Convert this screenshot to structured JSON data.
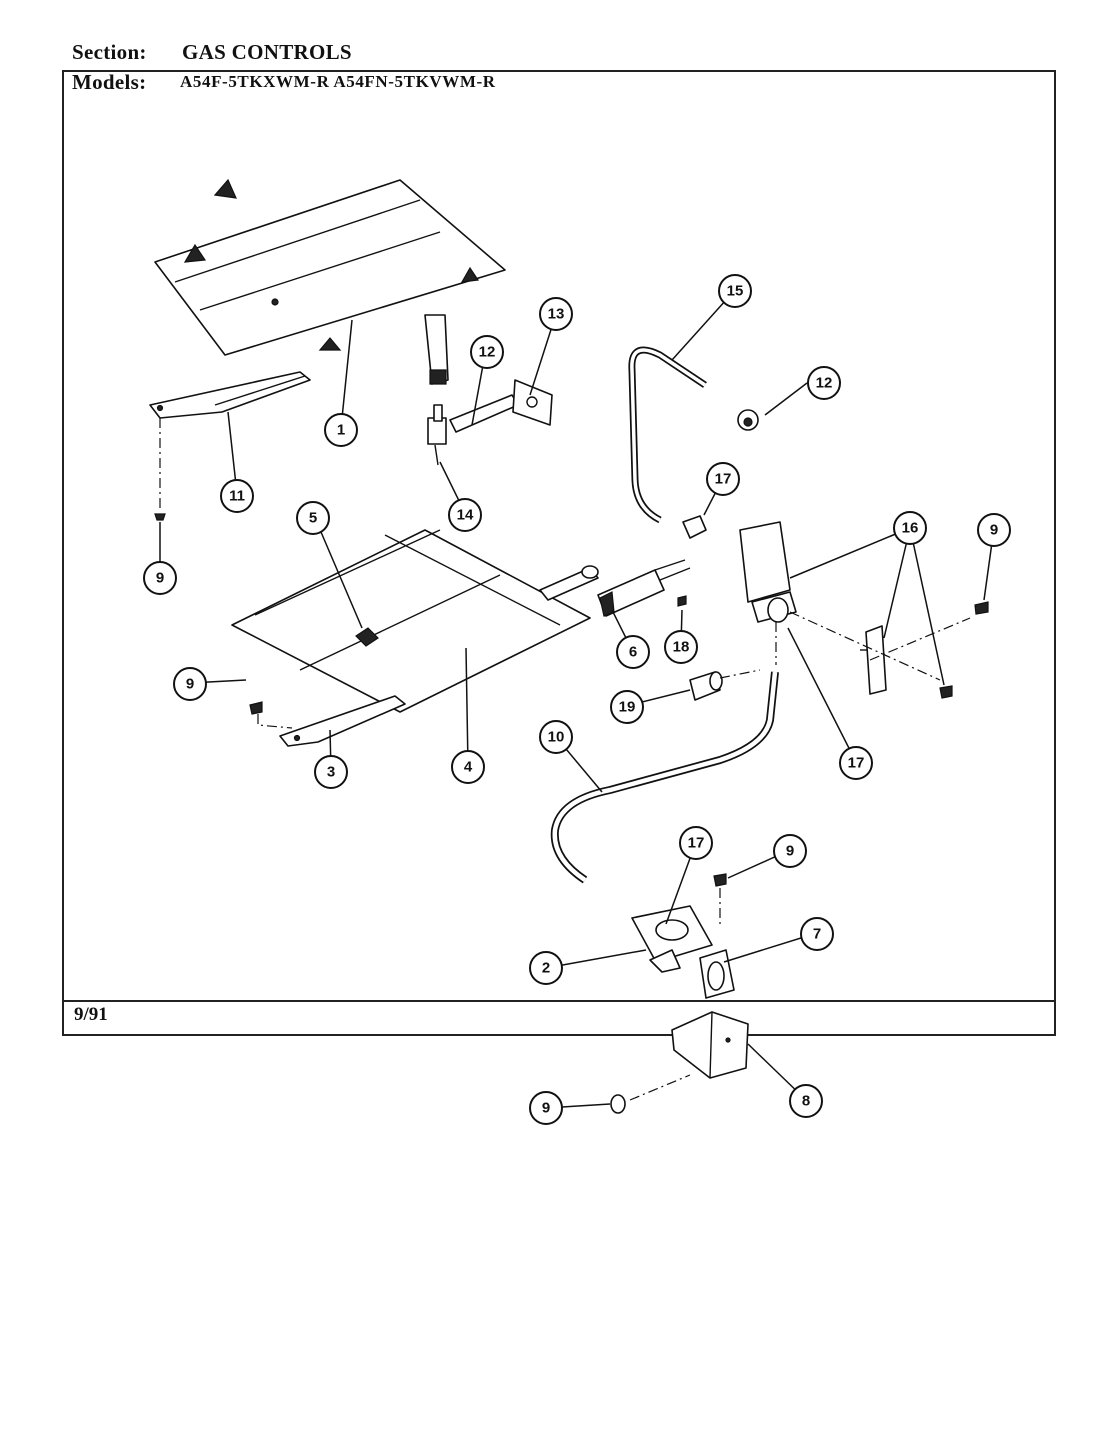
{
  "header": {
    "section_label": "Section:",
    "section_value": "GAS CONTROLS",
    "models_label": "Models:",
    "models_value": "A54F-5TKXWM-R  A54FN-5TKVWM-R"
  },
  "footer": {
    "date": "9/91"
  },
  "callouts": {
    "c1": "1",
    "c2": "2",
    "c3": "3",
    "c4": "4",
    "c5": "5",
    "c6": "6",
    "c7": "7",
    "c8": "8",
    "c9": "9",
    "c10": "10",
    "c11": "11",
    "c12": "12",
    "c13": "13",
    "c14": "14",
    "c15": "15",
    "c16": "16",
    "c17": "17",
    "c18": "18",
    "c19": "19"
  }
}
